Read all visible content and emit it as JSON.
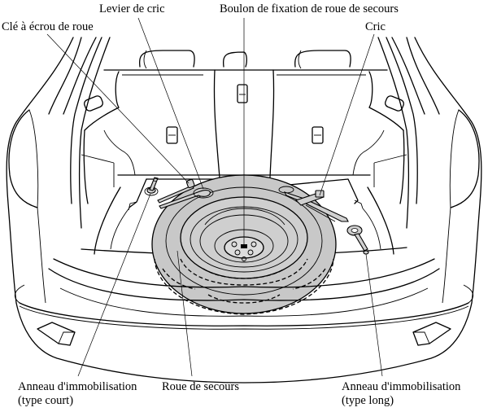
{
  "diagram": {
    "title": "Rangement de la roue de secours et des outils",
    "labels": {
      "wheel_nut_wrench": "Clé à écrou de roue",
      "jack_lever": "Levier de cric",
      "spare_fixing_bolt": "Boulon de fixation de roue de secours",
      "jack": "Cric",
      "tie_down_short_line1": "Anneau d'immobilisation",
      "tie_down_short_line2": "(type court)",
      "spare_wheel": "Roue de secours",
      "tie_down_long_line1": "Anneau d'immobilisation",
      "tie_down_long_line2": "(type long)"
    },
    "colors": {
      "line": "#000000",
      "tire_fill": "#c8c8c8",
      "background": "#ffffff"
    }
  }
}
